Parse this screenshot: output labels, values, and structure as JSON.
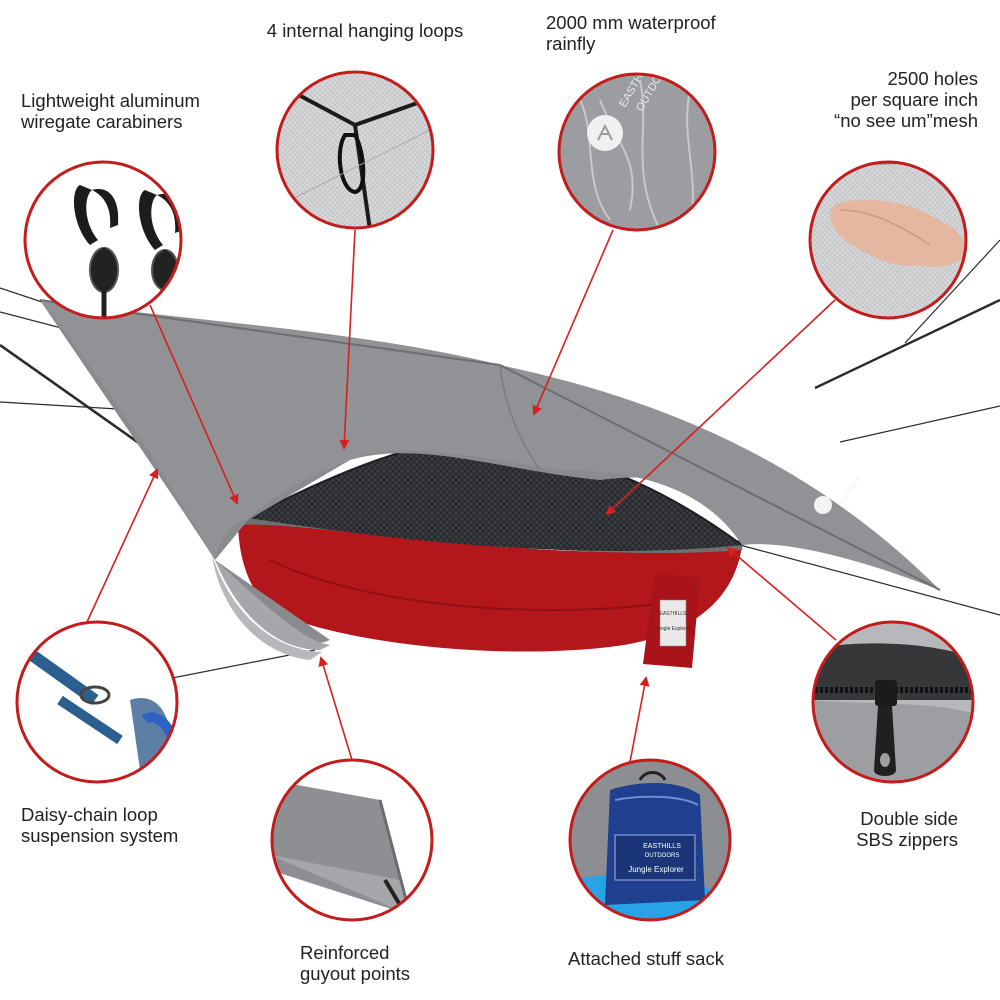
{
  "callouts": {
    "hanging_loops": {
      "lines": [
        "4 internal hanging loops"
      ]
    },
    "rainfly": {
      "lines": [
        "2000 mm waterproof",
        "rainfly"
      ]
    },
    "carabiners": {
      "lines": [
        "Lightweight aluminum",
        "wiregate carabiners"
      ]
    },
    "mesh": {
      "lines": [
        "2500 holes",
        "per square inch",
        "“no see um”mesh"
      ]
    },
    "daisy_chain": {
      "lines": [
        "Daisy-chain loop",
        "suspension system"
      ]
    },
    "zippers": {
      "lines": [
        "Double side",
        "SBS zippers"
      ]
    },
    "guyout": {
      "lines": [
        "Reinforced",
        "guyout points"
      ]
    },
    "stuff_sack": {
      "lines": [
        "Attached stuff sack"
      ]
    }
  },
  "brand": {
    "line1": "EASTHILLS",
    "line2": "OUTDOORS",
    "product": "Jungle Explorer"
  },
  "colors": {
    "callout_ring": "#c41c1c",
    "arrow": "#d62020",
    "tarp": "#8a8b8e",
    "hammock_red": "#b3161b",
    "mesh": "#2a2c30",
    "sack_blue": "#1f3f8f"
  }
}
